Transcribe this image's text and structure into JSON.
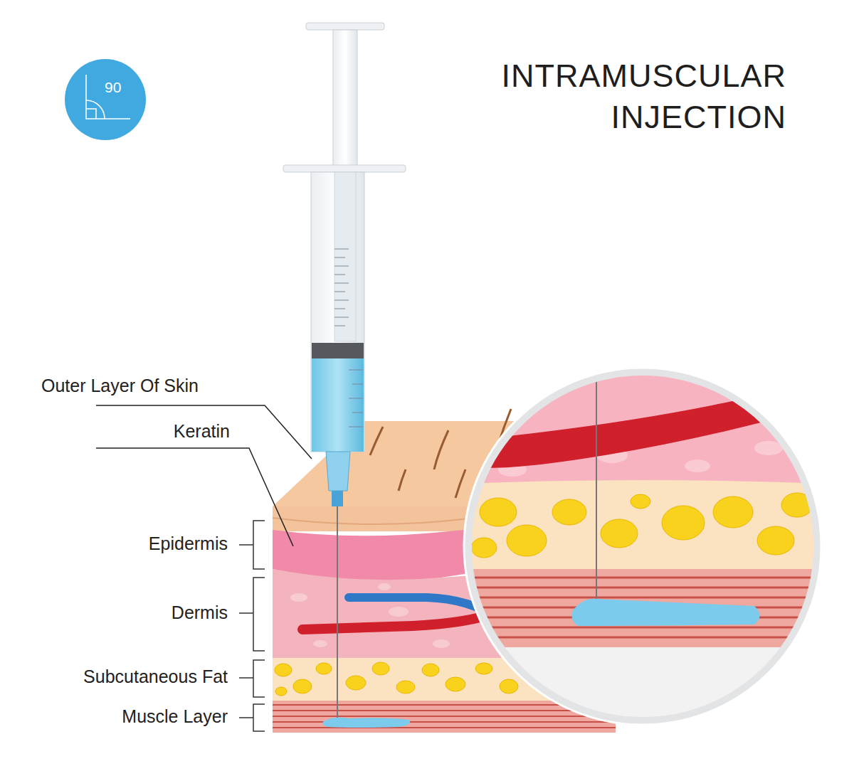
{
  "diagram": {
    "title": "INTRAMUSCULAR INJECTION",
    "nodes": [
      {
        "text": [
          "90"
        ]
      }
    ],
    "labels": [
      "Outer Layer Of Skin",
      "Keratin",
      "Epidermis",
      "Dermis",
      "Subcutaneous Fat",
      "Muscle Layer"
    ]
  }
}
